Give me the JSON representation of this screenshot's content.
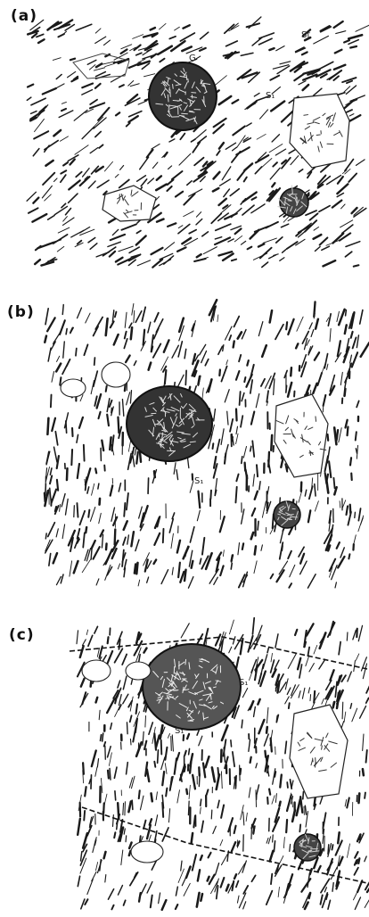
{
  "panels": [
    {
      "label": "(a)",
      "annotations": [
        "G",
        "S₁",
        "St"
      ]
    },
    {
      "label": "(b)",
      "annotations": [
        "S₁"
      ]
    },
    {
      "label": "(c)",
      "annotations": [
        "S₁",
        "S₁"
      ]
    }
  ],
  "colors": {
    "ink": "#1a1a1a",
    "paper": "#ffffff"
  }
}
